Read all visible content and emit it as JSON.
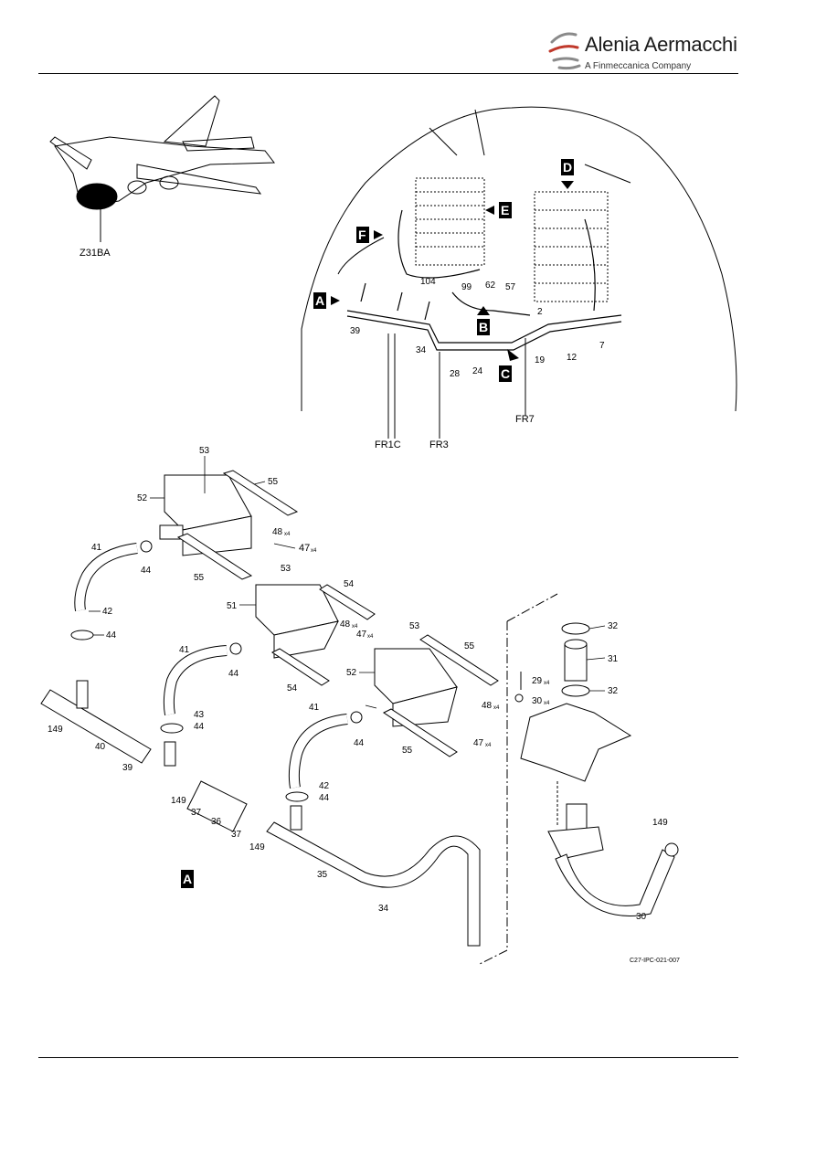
{
  "header": {
    "brand": "Alenia Aermacchi",
    "tagline": "A Finmeccanica Company"
  },
  "figure": {
    "ref_code": "C27-IPC-021-007",
    "locator_label": "Z31BA",
    "view_tags": [
      "A",
      "B",
      "C",
      "D",
      "E",
      "F"
    ],
    "frames": [
      "FR1C",
      "FR3",
      "FR7"
    ],
    "overview_callouts": [
      "104",
      "99",
      "62",
      "57",
      "2",
      "39",
      "34",
      "28",
      "24",
      "19",
      "12",
      "7"
    ],
    "detail_callouts": {
      "duct": "53",
      "hood1": "52",
      "strip1": "55",
      "screw": "48",
      "screw_qty": "x4",
      "bolt": "47",
      "bolt_qty": "x4",
      "hose": "41",
      "clamp": "44",
      "strip2": "55",
      "ring": "42",
      "duct2": "53",
      "hood2": "51",
      "strip3": "54",
      "strip4": "54",
      "hose2": "41",
      "seal": "43",
      "fitting": "149",
      "pipe40": "40",
      "pipe39": "39",
      "clamp37a": "37",
      "muffler": "36",
      "clamp37b": "37",
      "fitting2": "149",
      "pipe35": "35",
      "pipe34": "34",
      "hood3": "52",
      "duct3": "53",
      "strip5": "55",
      "strip6": "55",
      "hose3": "41",
      "ring2": "42",
      "clamp2": "44",
      "clamp3": "44",
      "clamp32a": "32",
      "sleeve": "31",
      "clamp32b": "32",
      "bolt29": "29",
      "washer30": "30",
      "fitting3": "149",
      "pipe30": "30",
      "view_label": "A"
    }
  }
}
